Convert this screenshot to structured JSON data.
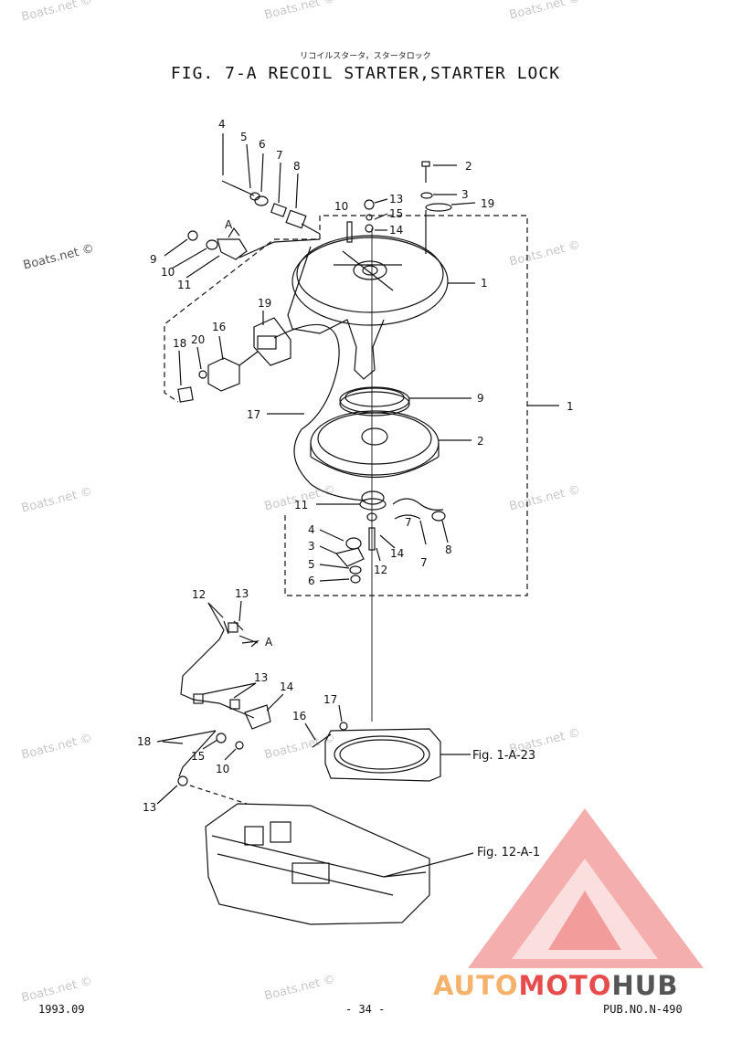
{
  "header": {
    "japanese_title": "リコイルスタータ，スタータロック",
    "title": "FIG.  7-A RECOIL STARTER,STARTER LOCK"
  },
  "footer": {
    "date": "1993.09",
    "page": "- 34 -",
    "pub_no": "PUB.NO.N-490"
  },
  "watermark": {
    "text": "Boats.net ©"
  },
  "logo": {
    "part_a": "AUTO",
    "part_b": "MOTO",
    "part_c": "HUB",
    "colors": {
      "triangle": "#e74c4c",
      "auto": "#f6b26b",
      "hub": "#555555"
    }
  },
  "references": {
    "fig_1a23": "Fig. 1-A-23",
    "fig_12a1": "Fig. 12-A-1"
  },
  "callouts": {
    "c1": "1",
    "c1b": "1",
    "c2": "2",
    "c2b": "2",
    "c3": "3",
    "c3b": "3",
    "c4": "4",
    "c4b": "4",
    "c5": "5",
    "c5b": "5",
    "c6": "6",
    "c6b": "6",
    "c7": "7",
    "c7b": "7",
    "c7c": "7",
    "c8": "8",
    "c8b": "8",
    "c9": "9",
    "c9b": "9",
    "c10": "10",
    "c10b": "10",
    "c10c": "10",
    "c11": "11",
    "c11b": "11",
    "c12": "12",
    "c12b": "12",
    "c13": "13",
    "c13b": "13",
    "c13c": "13",
    "c13d": "13",
    "c14": "14",
    "c14b": "14",
    "c14c": "14",
    "c15": "15",
    "c15b": "15",
    "c16": "16",
    "c16b": "16",
    "c17": "17",
    "c17b": "17",
    "c18": "18",
    "c18b": "18",
    "c19": "19",
    "c19b": "19",
    "c20": "20",
    "cA": "A",
    "cAb": "A"
  }
}
